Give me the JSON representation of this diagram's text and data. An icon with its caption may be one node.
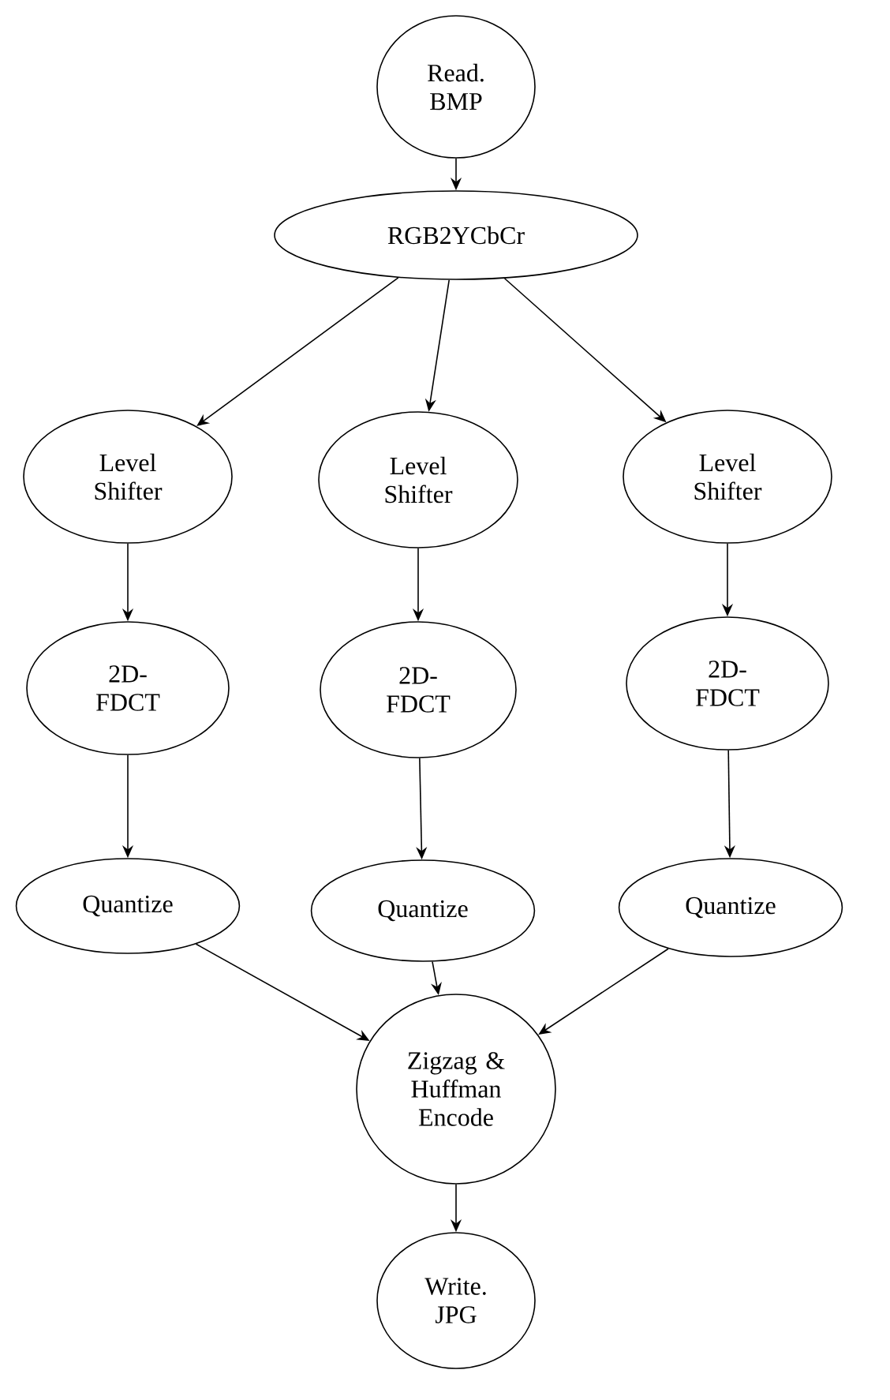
{
  "diagram": {
    "nodes": [
      {
        "text": [
          "Read. BMP"
        ]
      },
      {
        "text": [
          "RGB2YCbCr"
        ]
      },
      {
        "text": [
          "Level Shifter"
        ]
      },
      {
        "text": [
          "Level Shifter"
        ]
      },
      {
        "text": [
          "Level Shifter"
        ]
      },
      {
        "text": [
          "2D- FDCT"
        ]
      },
      {
        "text": [
          "2D- FDCT"
        ]
      },
      {
        "text": [
          "2D- FDCT"
        ]
      },
      {
        "text": [
          "Quantize"
        ]
      },
      {
        "text": [
          "Quantize"
        ]
      },
      {
        "text": [
          "Quantize"
        ]
      },
      {
        "text": [
          "Zigzag & Huffman Encode"
        ]
      },
      {
        "text": [
          "Write. JPG"
        ]
      }
    ],
    "edges": [
      {
        "from": 0,
        "to": 1,
        "arrow": "to"
      },
      {
        "from": 1,
        "to": 2,
        "arrow": "to"
      },
      {
        "from": 1,
        "to": 3,
        "arrow": "to"
      },
      {
        "from": 1,
        "to": 4,
        "arrow": "to"
      },
      {
        "from": 2,
        "to": 5,
        "arrow": "to"
      },
      {
        "from": 3,
        "to": 6,
        "arrow": "to"
      },
      {
        "from": 4,
        "to": 7,
        "arrow": "to"
      },
      {
        "from": 5,
        "to": 8,
        "arrow": "to"
      },
      {
        "from": 6,
        "to": 9,
        "arrow": "to"
      },
      {
        "from": 7,
        "to": 10,
        "arrow": "to"
      },
      {
        "from": 8,
        "to": 11,
        "arrow": "to"
      },
      {
        "from": 9,
        "to": 11,
        "arrow": "to"
      },
      {
        "from": 10,
        "to": 11,
        "arrow": "to"
      },
      {
        "from": 11,
        "to": 12,
        "arrow": "to"
      }
    ]
  }
}
